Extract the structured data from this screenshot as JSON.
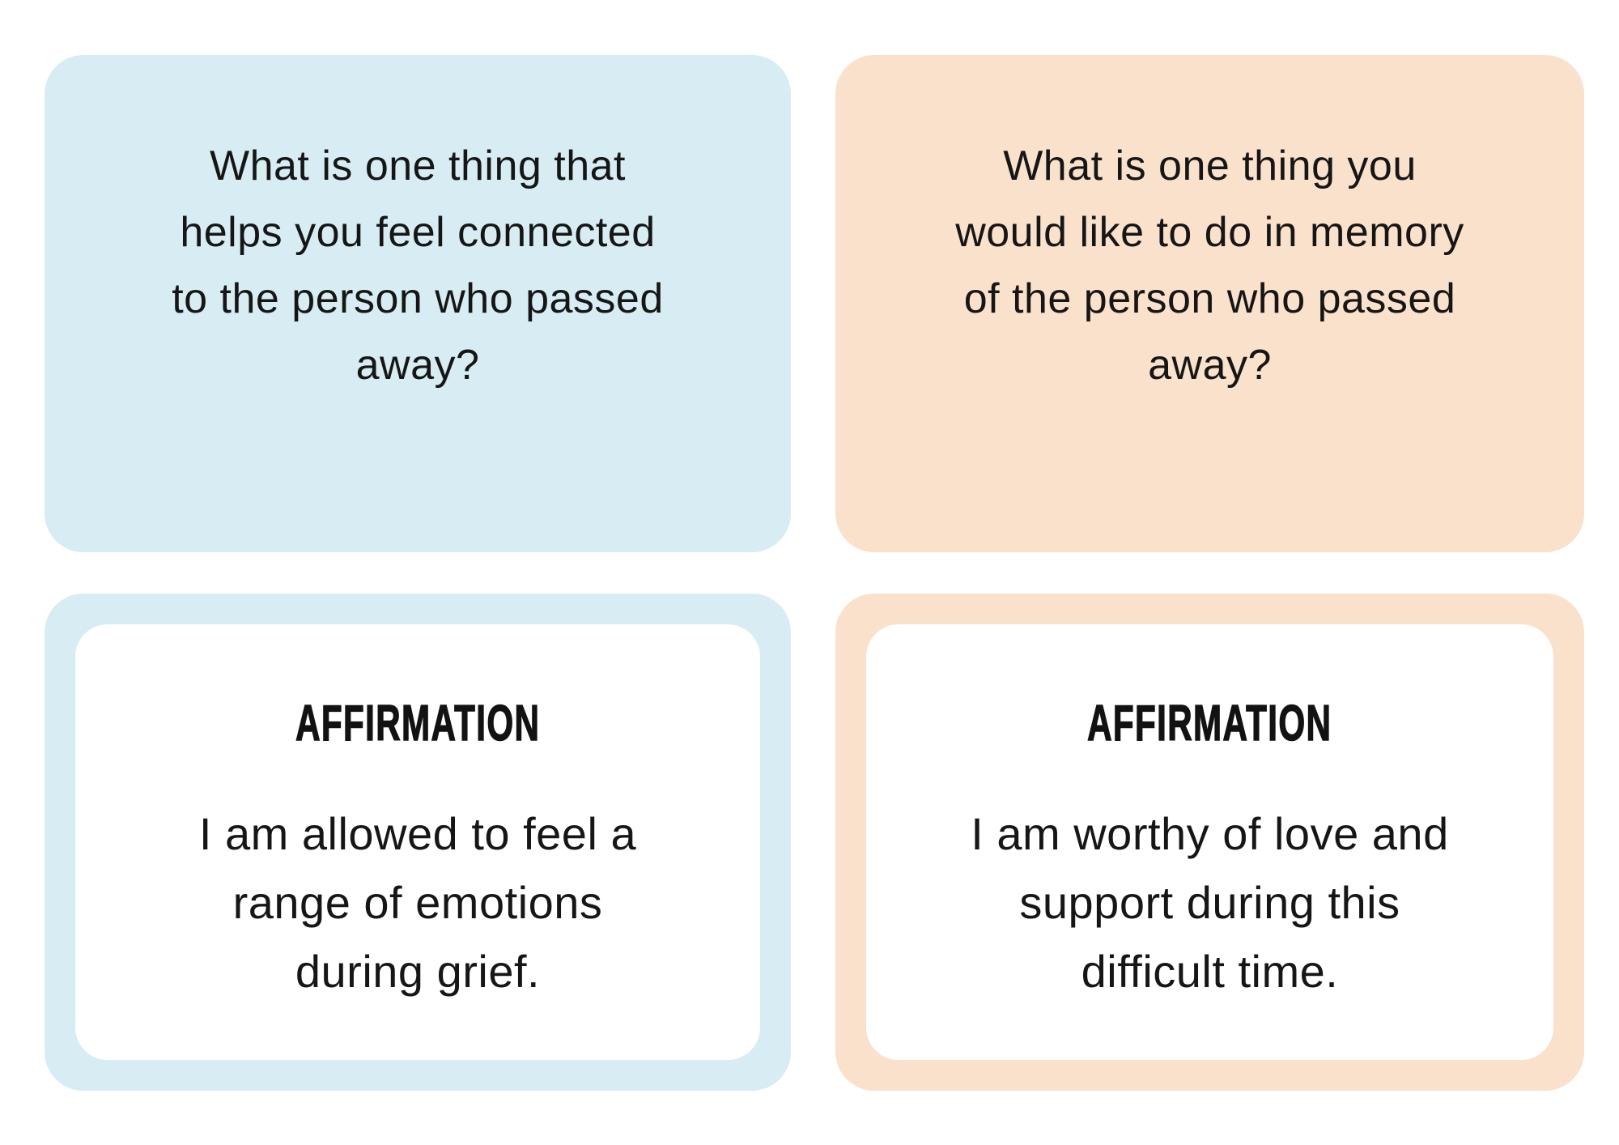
{
  "colors": {
    "page_background": "#FFFFFF",
    "card_blue": "#D7EDF3",
    "card_peach": "#FAE1CC",
    "inner_panel": "#FFFFFF",
    "text": "#161616"
  },
  "cards": [
    {
      "id": "question-blue",
      "type": "question",
      "color": "#D7EDF3",
      "text": "What is one thing that\nhelps you feel connected\nto the person who passed\naway?"
    },
    {
      "id": "question-peach",
      "type": "question",
      "color": "#FAE1CC",
      "text": "What is one thing you\nwould like to do in memory\nof the person who passed\naway?"
    },
    {
      "id": "affirmation-blue",
      "type": "affirmation",
      "color": "#D7EDF3",
      "heading": "AFFIRMATION",
      "text": "I am allowed to feel a\nrange of emotions\nduring grief."
    },
    {
      "id": "affirmation-peach",
      "type": "affirmation",
      "color": "#FAE1CC",
      "heading": "AFFIRMATION",
      "text": "I am worthy of love and\nsupport during this\ndifficult time."
    }
  ]
}
